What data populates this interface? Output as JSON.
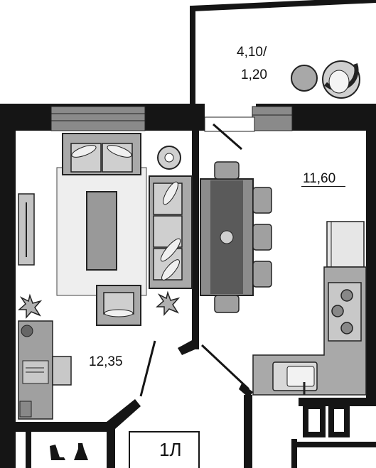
{
  "rooms": {
    "balcony": {
      "area_line1": "4,10/",
      "area_line2": "1,20"
    },
    "living": {
      "area": "12,35"
    },
    "kitchen": {
      "area": "11,60"
    }
  },
  "unit": {
    "code": "1Л"
  },
  "colors": {
    "wall": "#151515",
    "furniture_light": "#c8c8c8",
    "furniture_mid": "#9a9a9a",
    "furniture_dark": "#555555",
    "rug": "#eeeeee",
    "background": "#ffffff"
  }
}
